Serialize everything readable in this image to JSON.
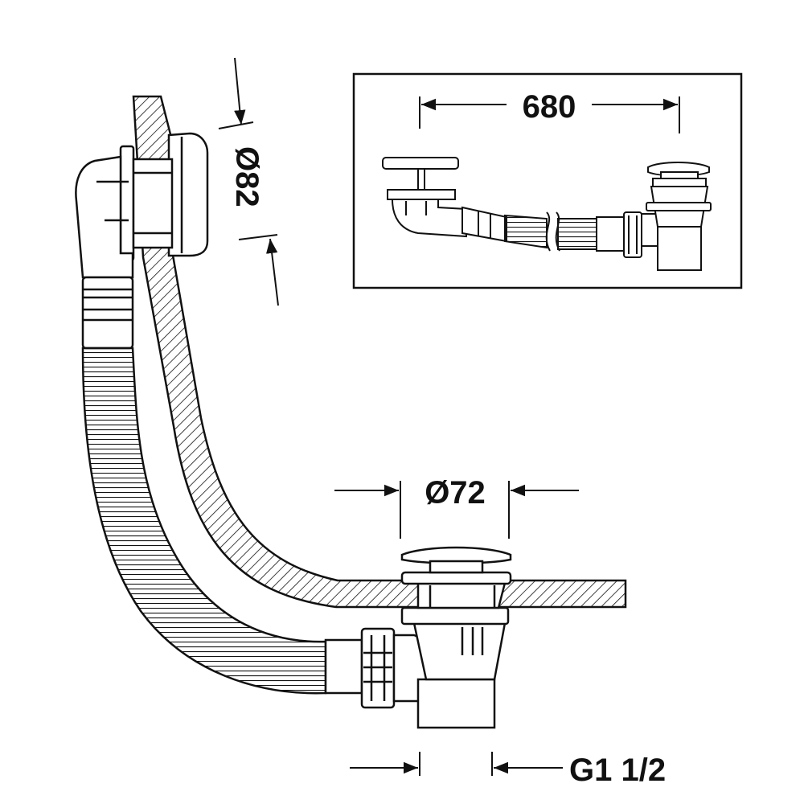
{
  "dimensions": {
    "overflow_diameter": "Ø82",
    "total_length": "680",
    "waste_diameter": "Ø72",
    "thread": "G1 1/2"
  },
  "colors": {
    "line": "#111111",
    "background": "#ffffff"
  }
}
